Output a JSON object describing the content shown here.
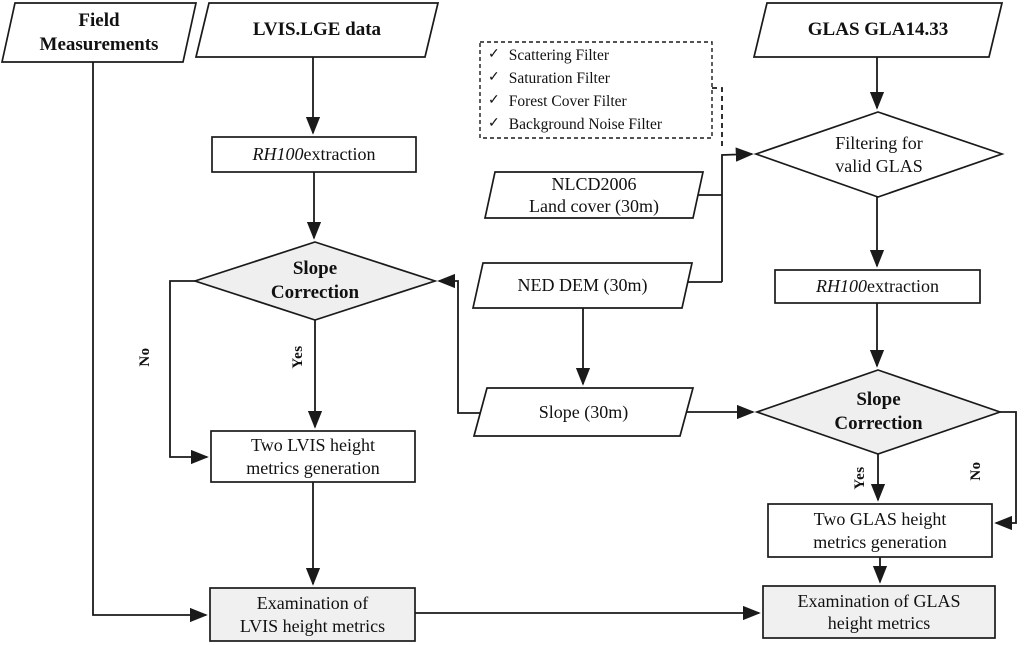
{
  "diagram": {
    "title_implicit": "LVIS and GLAS height metrics processing flowchart",
    "inputs": {
      "field_measurements": "Field\nMeasurements",
      "lvis_data": "LVIS.LGE data",
      "glas_data": "GLAS GLA14.33",
      "nlcd": "NLCD2006\nLand cover (30m)",
      "ned_dem": "NED DEM (30m)",
      "slope": "Slope (30m)"
    },
    "filters": {
      "check_icon": "✓",
      "items": [
        "Scattering Filter",
        "Saturation Filter",
        "Forest Cover Filter",
        "Background Noise Filter"
      ]
    },
    "decisions": {
      "glas_filtering": "Filtering for\nvalid GLAS",
      "lvis_slope": "Slope\nCorrection",
      "glas_slope": "Slope\nCorrection"
    },
    "processes": {
      "lvis_rh100": {
        "italic": "RH100",
        "rest": " extraction"
      },
      "glas_rh100": {
        "italic": "RH100",
        "rest": " extraction"
      },
      "lvis_metrics": "Two LVIS height\nmetrics generation",
      "glas_metrics": "Two GLAS height\nmetrics generation",
      "lvis_exam": "Examination of\nLVIS height metrics",
      "glas_exam": "Examination of GLAS\nheight metrics"
    },
    "branch_labels": {
      "lvis_no": "No",
      "lvis_yes": "Yes",
      "glas_yes": "Yes",
      "glas_no": "No"
    },
    "colors": {
      "stroke": "#1a1a1a",
      "decision_fill": "#efefef",
      "exam_fill": "#f0f0f0",
      "node_fill": "#ffffff",
      "background": "#ffffff"
    }
  }
}
